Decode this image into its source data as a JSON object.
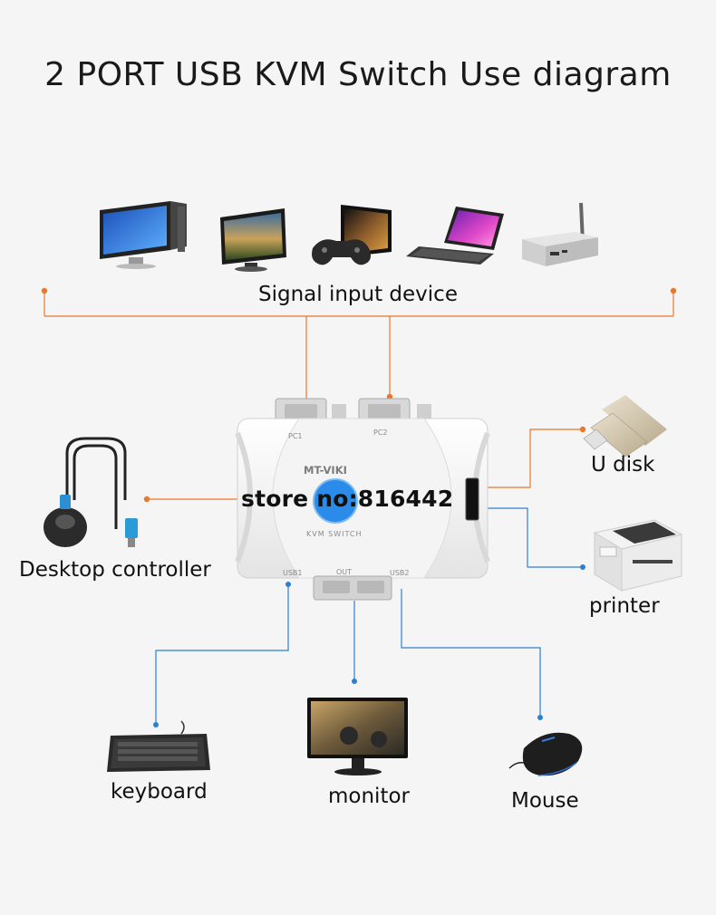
{
  "title": "2 PORT USB KVM Switch Use diagram",
  "labels": {
    "signal_input": "Signal input device",
    "u_disk": "U disk",
    "printer": "printer",
    "desktop_controller": "Desktop controller",
    "keyboard": "keyboard",
    "monitor": "monitor",
    "mouse": "Mouse"
  },
  "device": {
    "brand": "MT-VIKI",
    "model": "KVM SWITCH",
    "port_pc1": "PC1",
    "port_pc2": "PC2",
    "port_usb1": "USB1",
    "port_out": "OUT",
    "port_usb2": "USB2"
  },
  "watermark": "store no:816442",
  "icons": [
    "desktop-computer-icon",
    "tv-icon",
    "game-console-icon",
    "laptop-icon",
    "set-top-box-icon",
    "usb-flash-drive-icon",
    "label-printer-icon",
    "wired-controller-icon",
    "keyboard-icon",
    "monitor-icon",
    "mouse-icon"
  ],
  "colors": {
    "orange_line": "#e8782a",
    "blue_line": "#2f7fd0",
    "button_blue": "#2a8be8"
  }
}
